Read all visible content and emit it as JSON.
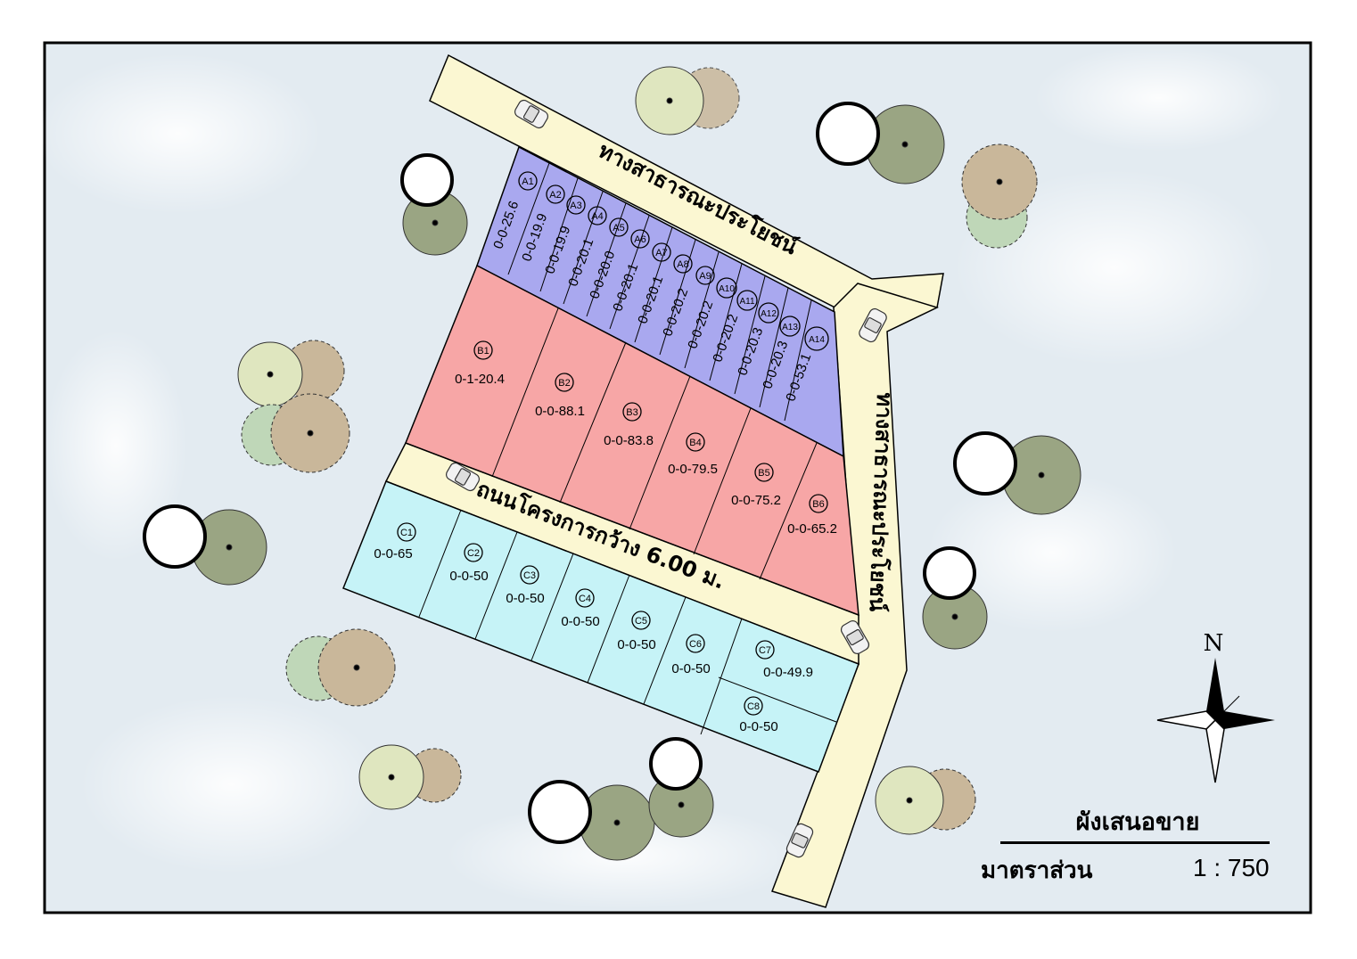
{
  "map": {
    "roads": {
      "north": "ทางสาธารณะประโยชน์",
      "east": "ทางสาธารณะประโยชน์",
      "internal": "ถนนโครงการกว้าง 6.00 ม."
    },
    "compass_label": "N",
    "title": "ผังเสนอขาย",
    "scale_label": "มาตราส่วน",
    "scale_value": "1 : 750",
    "colors": {
      "block_a": "#a9a8ef",
      "block_b": "#f7a6a6",
      "block_c": "#c6f3f7",
      "road": "#fbf7d2",
      "background": "#e6edf2"
    },
    "plots_a": [
      {
        "id": "A1",
        "area": "0-0-25.6"
      },
      {
        "id": "A2",
        "area": "0-0-19.9"
      },
      {
        "id": "A3",
        "area": "0-0-19.9"
      },
      {
        "id": "A4",
        "area": "0-0-20.1"
      },
      {
        "id": "A5",
        "area": "0-0-20.0"
      },
      {
        "id": "A6",
        "area": "0-0-20.1"
      },
      {
        "id": "A7",
        "area": "0-0-20.1"
      },
      {
        "id": "A8",
        "area": "0-0-20.2"
      },
      {
        "id": "A9",
        "area": "0-0-20.2"
      },
      {
        "id": "A10",
        "area": "0-0-20.2"
      },
      {
        "id": "A11",
        "area": "0-0-20.3"
      },
      {
        "id": "A12",
        "area": "0-0-20.3"
      },
      {
        "id": "A13",
        "area": "0-0-53.1"
      },
      {
        "id": "A14",
        "area": ""
      }
    ],
    "plots_b": [
      {
        "id": "B1",
        "area": "0-1-20.4"
      },
      {
        "id": "B2",
        "area": "0-0-88.1"
      },
      {
        "id": "B3",
        "area": "0-0-83.8"
      },
      {
        "id": "B4",
        "area": "0-0-79.5"
      },
      {
        "id": "B5",
        "area": "0-0-75.2"
      },
      {
        "id": "B6",
        "area": "0-0-65.2"
      }
    ],
    "plots_c": [
      {
        "id": "C1",
        "area": "0-0-65"
      },
      {
        "id": "C2",
        "area": "0-0-50"
      },
      {
        "id": "C3",
        "area": "0-0-50"
      },
      {
        "id": "C4",
        "area": "0-0-50"
      },
      {
        "id": "C5",
        "area": "0-0-50"
      },
      {
        "id": "C6",
        "area": "0-0-50"
      },
      {
        "id": "C7",
        "area": "0-0-49.9"
      },
      {
        "id": "C8",
        "area": "0-0-50"
      }
    ]
  }
}
